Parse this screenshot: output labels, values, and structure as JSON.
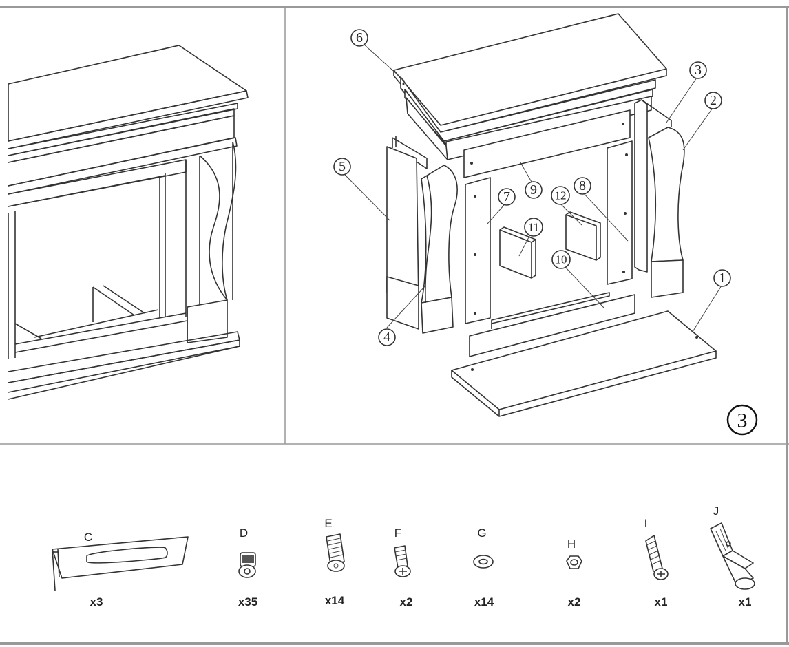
{
  "callouts": [
    "6",
    "3",
    "2",
    "5",
    "9",
    "7",
    "8",
    "12",
    "11",
    "10",
    "1",
    "4"
  ],
  "step_number": "3",
  "hardware": [
    {
      "letter": "C",
      "qty": "x3",
      "icon": "bracket-icon"
    },
    {
      "letter": "D",
      "qty": "x35",
      "icon": "cam-lock-icon"
    },
    {
      "letter": "E",
      "qty": "x14",
      "icon": "screw-icon"
    },
    {
      "letter": "F",
      "qty": "x2",
      "icon": "screw-icon"
    },
    {
      "letter": "G",
      "qty": "x14",
      "icon": "washer-icon"
    },
    {
      "letter": "H",
      "qty": "x2",
      "icon": "nut-icon"
    },
    {
      "letter": "I",
      "qty": "x1",
      "icon": "screw-icon"
    },
    {
      "letter": "J",
      "qty": "x1",
      "icon": "wall-anchor-icon"
    }
  ]
}
